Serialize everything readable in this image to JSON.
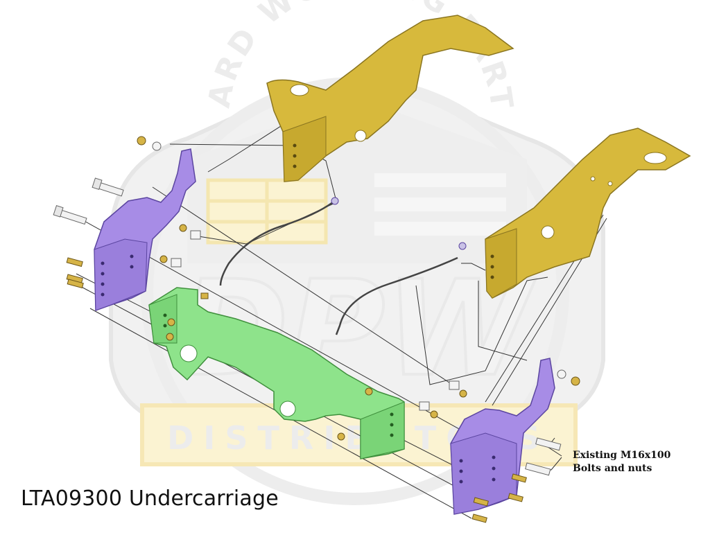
{
  "caption": "LTA09300 Undercarriage",
  "callout": {
    "line1": "Existing M16x100",
    "line2": "Bolts and nuts"
  },
  "watermark": {
    "arc_text": "HARD WORKING PARTS",
    "logo_text": "DPW",
    "banner_text": "DISTRIBUTORS"
  },
  "colors": {
    "frame_rail": "#d7b93c",
    "side_bracket": "#a78ce6",
    "crossmember": "#8ee38b",
    "hardware": "#c9a83a",
    "watermark_gray": "#e7e7e7",
    "watermark_yellow": "#fbf3d2"
  }
}
